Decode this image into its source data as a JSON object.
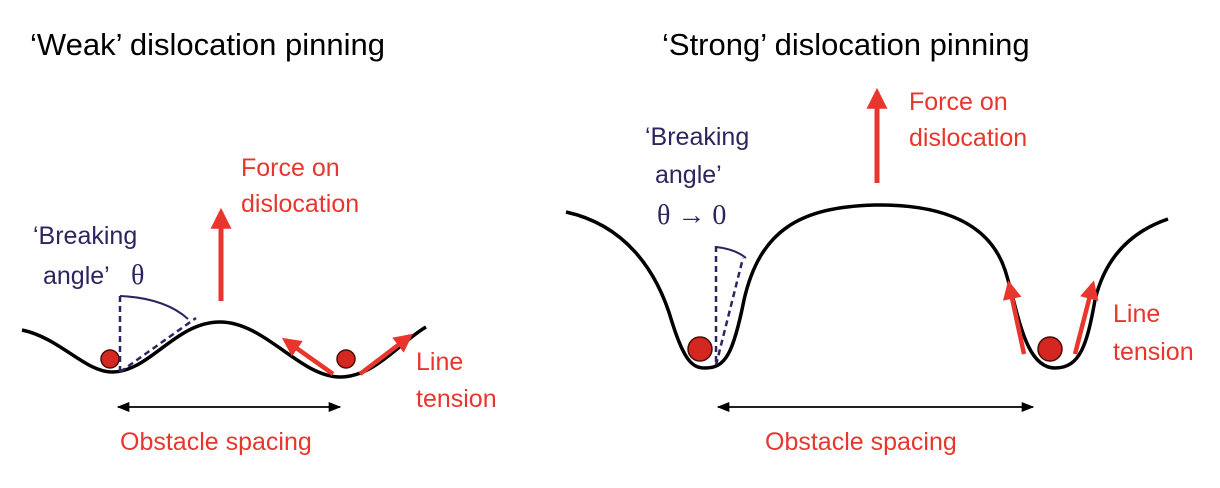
{
  "colors": {
    "line": "#000000",
    "red": "#e8362e",
    "navy": "#2e2560",
    "obstacle_fill": "#d4271f",
    "obstacle_stroke": "#4a0d08"
  },
  "weak": {
    "title": "‘Weak’ dislocation pinning",
    "breaking_label_1": "‘Breaking",
    "breaking_label_2": "angle’",
    "theta": "θ",
    "force_label_1": "Force on",
    "force_label_2": "dislocation",
    "tension_label_1": "Line",
    "tension_label_2": "tension",
    "spacing_label": "Obstacle spacing"
  },
  "strong": {
    "title": "‘Strong’ dislocation pinning",
    "breaking_label_1": "‘Breaking",
    "breaking_label_2": "angle’",
    "theta_limit": "θ → 0",
    "force_label_1": "Force on",
    "force_label_2": "dislocation",
    "tension_label_1": "Line",
    "tension_label_2": "tension",
    "spacing_label": "Obstacle spacing"
  }
}
